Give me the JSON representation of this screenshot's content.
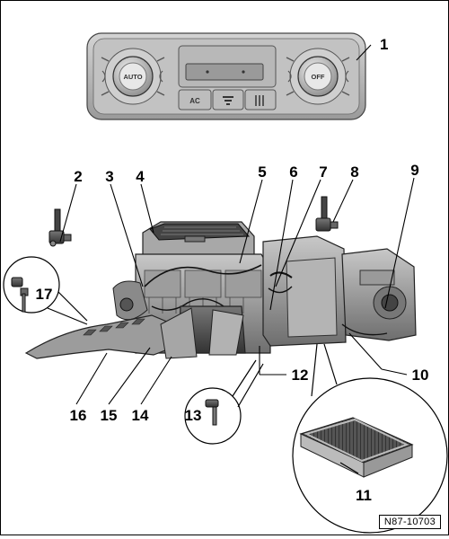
{
  "figure_ref": "N87-10703",
  "control_panel": {
    "left_knob_label": "AUTO",
    "right_knob_label": "OFF",
    "button_labels": [
      "AC",
      "",
      ""
    ]
  },
  "callouts": [
    "1",
    "2",
    "3",
    "4",
    "5",
    "6",
    "7",
    "8",
    "9",
    "10",
    "11",
    "12",
    "13",
    "14",
    "15",
    "16",
    "17"
  ]
}
